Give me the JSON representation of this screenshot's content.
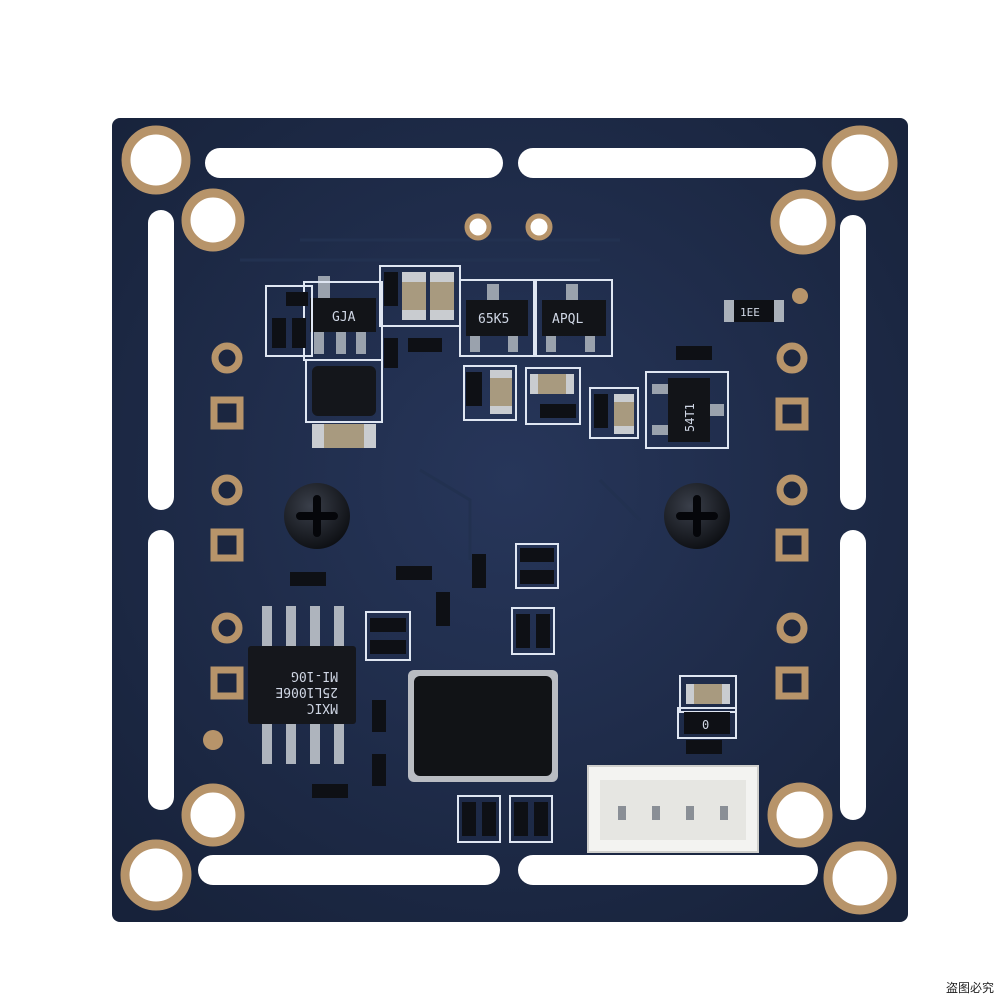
{
  "image": {
    "subject": "camera module circuit board",
    "board_color": "#1e2b45",
    "pad_color": "#b7946a"
  },
  "chips": {
    "gja": "GJA",
    "k65k5": "65K5",
    "apql": "APQL",
    "s54t1": "54T1",
    "tee": "1EE",
    "flash_line1": "MXIC",
    "flash_line2": "25L1006E",
    "flash_line3": "MI-10G",
    "small_o": "0"
  },
  "watermark": "盗图必究"
}
